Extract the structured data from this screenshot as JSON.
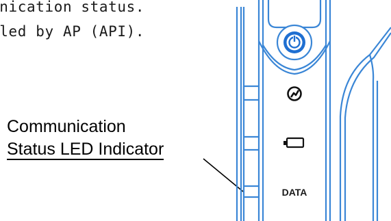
{
  "text": {
    "line1": "unication status.",
    "line2": "lled by AP (API)."
  },
  "callout": {
    "line1": "Communication",
    "line2": "Status LED Indicator"
  },
  "device": {
    "data_label": "DATA",
    "icons": [
      "power-icon",
      "signal-icon",
      "battery-icon"
    ],
    "colors": {
      "outline": "#3a86d6",
      "power_fill": "#1f6fd1",
      "icon": "#111111"
    }
  }
}
